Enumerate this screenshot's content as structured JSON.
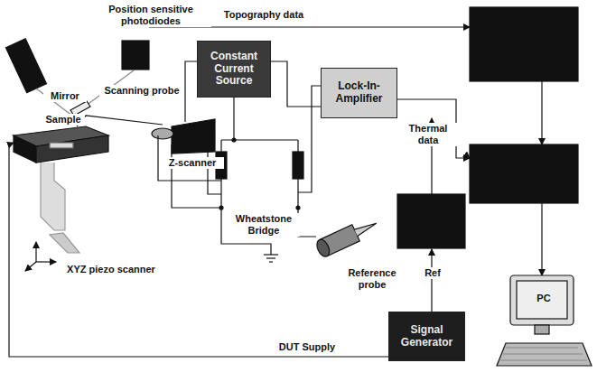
{
  "diagram": {
    "nodes": [
      {
        "text": [
          "Constant Current Source"
        ]
      },
      {
        "text": [
          "Lock-In-Amplifier"
        ]
      },
      {
        "text": [
          "Signal Generator"
        ]
      }
    ],
    "labels": [
      "Position sensitive photodiodes",
      "Topography data",
      "Mirror",
      "Scanning probe",
      "Z-scanner",
      "Sample",
      "Thermal data",
      "Wheatstone Bridge",
      "Reference probe",
      "Ref",
      "DUT Supply",
      "XYZ piezo scanner",
      "PC"
    ]
  }
}
